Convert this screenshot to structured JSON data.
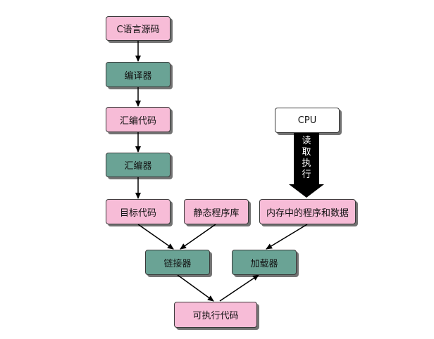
{
  "nodes": {
    "c_source": "C语言源码",
    "compiler": "编译器",
    "asm_code": "汇编代码",
    "assembler": "汇编器",
    "object_code": "目标代码",
    "static_lib": "静态程序库",
    "mem_prog_data": "内存中的程序和数据",
    "linker": "链接器",
    "loader": "加载器",
    "executable": "可执行代码",
    "cpu": "CPU"
  },
  "labels": {
    "cpu_read_exec": "读取执行"
  },
  "colors": {
    "pink": "#f7bcd7",
    "green": "#6aa395",
    "border": "#3a3a3a",
    "arrow": "#000000"
  }
}
